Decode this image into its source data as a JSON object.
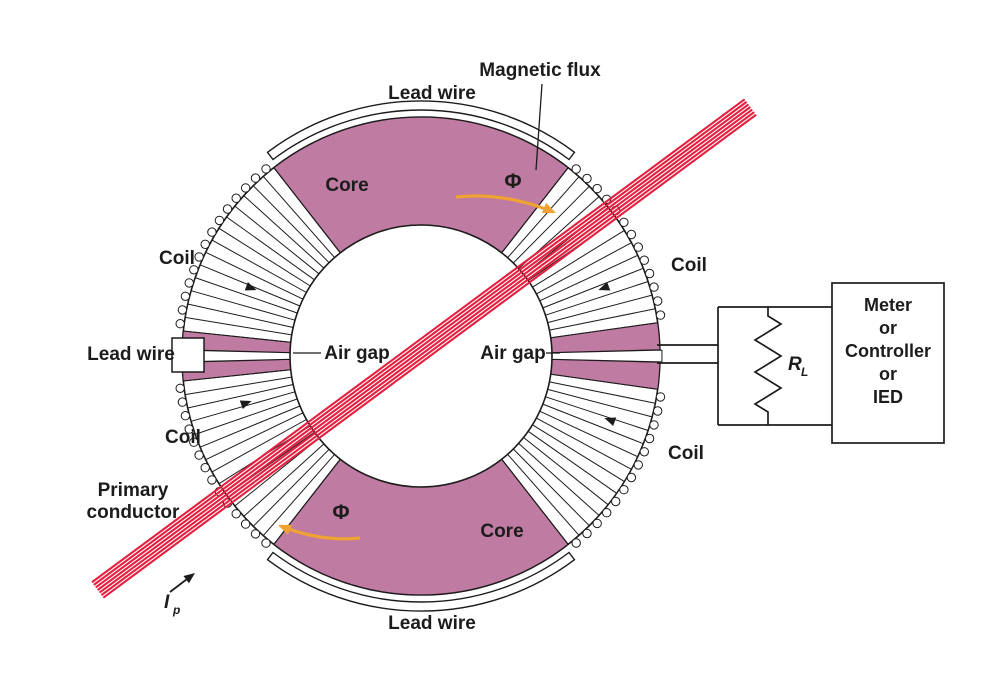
{
  "colors": {
    "core": "#bf7ba1",
    "conductor": "#e51f3e",
    "flux_arrow": "#f0a233",
    "line": "#1c1c1c"
  },
  "labels": {
    "magnetic_flux": "Magnetic flux",
    "lead_wire_top": "Lead wire",
    "lead_wire_left": "Lead wire",
    "lead_wire_bottom": "Lead wire",
    "core_top": "Core",
    "core_bottom": "Core",
    "coil_upper_left": "Coil",
    "coil_upper_right": "Coil",
    "coil_lower_left": "Coil",
    "coil_lower_right": "Coil",
    "air_gap_left": "Air gap",
    "air_gap_right": "Air gap",
    "primary_conductor_line1": "Primary",
    "primary_conductor_line2": "conductor",
    "phi_top": "Φ",
    "phi_bottom": "Φ",
    "current_symbol": "I",
    "current_sub": "p",
    "load_symbol": "R",
    "load_sub": "L"
  },
  "meter_box": {
    "lines": [
      "Meter",
      "or",
      "Controller",
      "or",
      "IED"
    ]
  }
}
